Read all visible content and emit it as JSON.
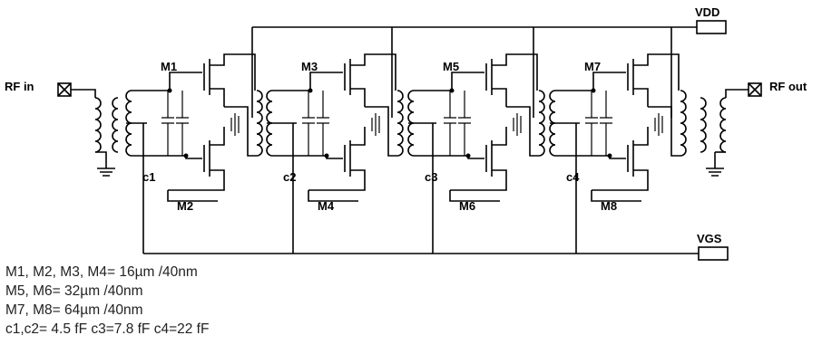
{
  "labels": {
    "rf_in": "RF in",
    "rf_out": "RF out",
    "vdd": "VDD",
    "vgs": "VGS"
  },
  "stages": [
    {
      "top": "M1",
      "bottom": "M2",
      "cap": "c1"
    },
    {
      "top": "M3",
      "bottom": "M4",
      "cap": "c2"
    },
    {
      "top": "M5",
      "bottom": "M6",
      "cap": "c3"
    },
    {
      "top": "M7",
      "bottom": "M8",
      "cap": "c4"
    }
  ],
  "specs": [
    "M1, M2, M3, M4= 16µm /40nm",
    "M5, M6= 32µm /40nm",
    "M7, M8= 64µm /40nm",
    "c1,c2= 4.5 fF  c3=7.8 fF  c4=22 fF"
  ]
}
